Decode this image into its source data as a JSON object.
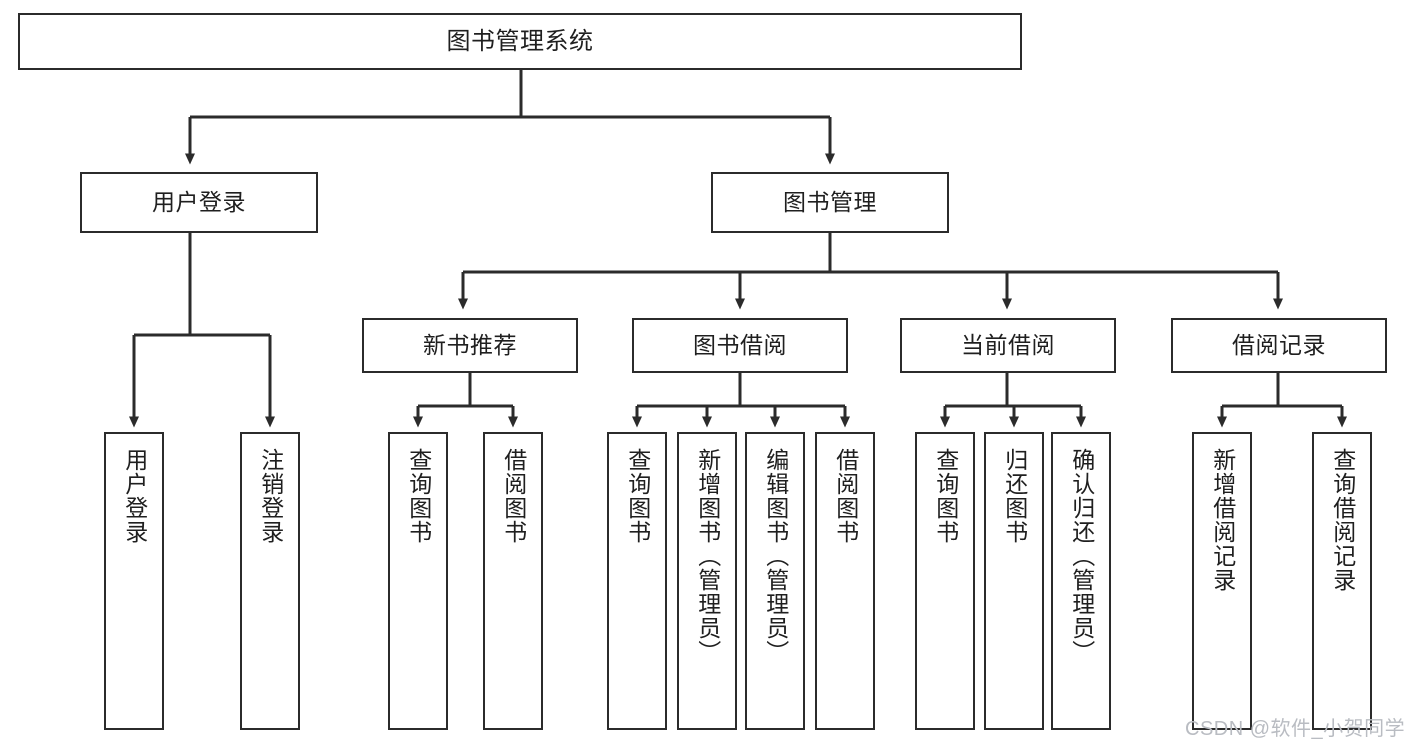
{
  "diagram": {
    "type": "tree-hierarchy",
    "title": "图书管理系统",
    "root": {
      "label": "图书管理系统"
    },
    "level2": [
      {
        "label": "用户登录"
      },
      {
        "label": "图书管理"
      }
    ],
    "level3": [
      {
        "label": "新书推荐"
      },
      {
        "label": "图书借阅"
      },
      {
        "label": "当前借阅"
      },
      {
        "label": "借阅记录"
      }
    ],
    "leaves": {
      "user_login": [
        {
          "label": "用户登录"
        },
        {
          "label": "注销登录"
        }
      ],
      "new_book_recommend": [
        {
          "label": "查询图书"
        },
        {
          "label": "借阅图书"
        }
      ],
      "book_borrow": [
        {
          "label": "查询图书"
        },
        {
          "label": "新增图书（管理员）"
        },
        {
          "label": "编辑图书（管理员）"
        },
        {
          "label": "借阅图书"
        }
      ],
      "current_borrow": [
        {
          "label": "查询图书"
        },
        {
          "label": "归还图书"
        },
        {
          "label": "确认归还（管理员）"
        }
      ],
      "borrow_record": [
        {
          "label": "新增借阅记录"
        },
        {
          "label": "查询借阅记录"
        }
      ]
    }
  },
  "watermark": {
    "text": "CSDN @软件_小贺同学"
  },
  "colors": {
    "stroke": "#2b2b2b",
    "background": "#ffffff",
    "text": "#1f1f1f",
    "watermark": "#b9bcc2"
  }
}
